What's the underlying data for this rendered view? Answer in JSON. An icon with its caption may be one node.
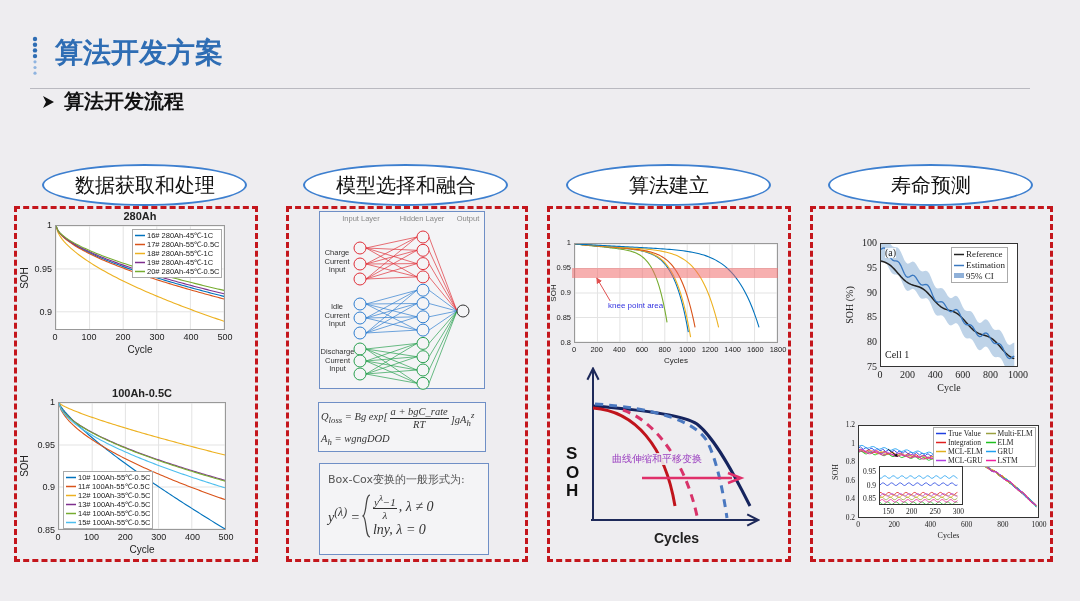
{
  "diagram": {
    "title": "算法开发方案",
    "nodes": [
      {
        "text": [
          "数据获取和处理"
        ]
      },
      {
        "text": [
          "模型选择和融合"
        ]
      },
      {
        "text": [
          "算法建立"
        ]
      },
      {
        "text": [
          "寿命预测"
        ]
      },
      {
        "text": [],
        "shape": "box"
      },
      {
        "text": [],
        "shape": "box"
      },
      {
        "text": [
          "Input Layer",
          "Hidden Layer",
          "Output",
          "Charge Current Input",
          "Idle Current Input",
          "Discharge Current Input"
        ],
        "in": 5
      },
      {
        "text": [
          "Q$_{loss}$ = Bg exp[",
          "a + bgC_rate",
          "RT",
          "]gA$_{h}$$^{z}$",
          "A$_{h}$ = wgngDOD"
        ],
        "in": 5
      },
      {
        "text": [
          "Box-Cox变换的一般形式为:",
          "y$^{(λ)}$ =",
          "y$^{λ}$−1",
          "λ",
          ", λ ≠ 0",
          "lny, λ = 0"
        ],
        "in": 5
      },
      {
        "text": [],
        "shape": "box"
      },
      {
        "text": [],
        "shape": "bar",
        "in": 9
      },
      {
        "text": [
          "knee point area"
        ],
        "in": 9
      },
      {
        "text": [],
        "shape": "box"
      }
    ],
    "edges": [
      {
        "from": 11,
        "to": 10,
        "arrow": "to"
      }
    ],
    "labels": [
      "算法开发流程",
      "280Ah",
      "16# 280Ah-45℃-1C",
      "17# 280Ah-55℃-0.5C",
      "18# 280Ah-55℃-1C",
      "19# 280Ah-45℃-1C",
      "20# 280Ah-45℃-0.5C",
      "1",
      "0.95",
      "0.9",
      "0",
      "100",
      "200",
      "300",
      "400",
      "500",
      "SOH",
      "Cycle",
      "100Ah-0.5C",
      "10# 100Ah-55℃-0.5C",
      "11# 100Ah-55℃-0.5C",
      "12# 100Ah-35℃-0.5C",
      "13# 100Ah-45℃-0.5C",
      "14# 100Ah-55℃-0.5C",
      "15# 100Ah-55℃-0.5C",
      "1",
      "0.95",
      "0.9",
      "0.85",
      "0",
      "100",
      "200",
      "300",
      "400",
      "500",
      "SOH",
      "Cycle",
      "1",
      "0.95",
      "0.9",
      "0.85",
      "0.8",
      "0",
      "200",
      "400",
      "600",
      "800",
      "1000",
      "1200",
      "1400",
      "1600",
      "1800",
      "SOH",
      "Cycles",
      "SOH",
      "曲线伸缩和平移变换",
      "Cycles",
      "(a)",
      "Reference",
      "Estimation",
      "95% CI",
      "Cell 1",
      "100",
      "95",
      "90",
      "85",
      "80",
      "75",
      "0",
      "200",
      "400",
      "600",
      "800",
      "1000",
      "SOH (%)",
      "Cycle",
      "True Value",
      "Multi-ELM",
      "Integration",
      "ELM",
      "MCL-ELM",
      "GRU",
      "MCL-GRU",
      "LSTM",
      "1.2",
      "1",
      "0.8",
      "0.6",
      "0.4",
      "0.2",
      "0",
      "200",
      "400",
      "600",
      "800",
      "1000",
      "SOH",
      "Cycles",
      "0.95",
      "0.9",
      "0.85",
      "150",
      "200",
      "250",
      "300"
    ]
  }
}
